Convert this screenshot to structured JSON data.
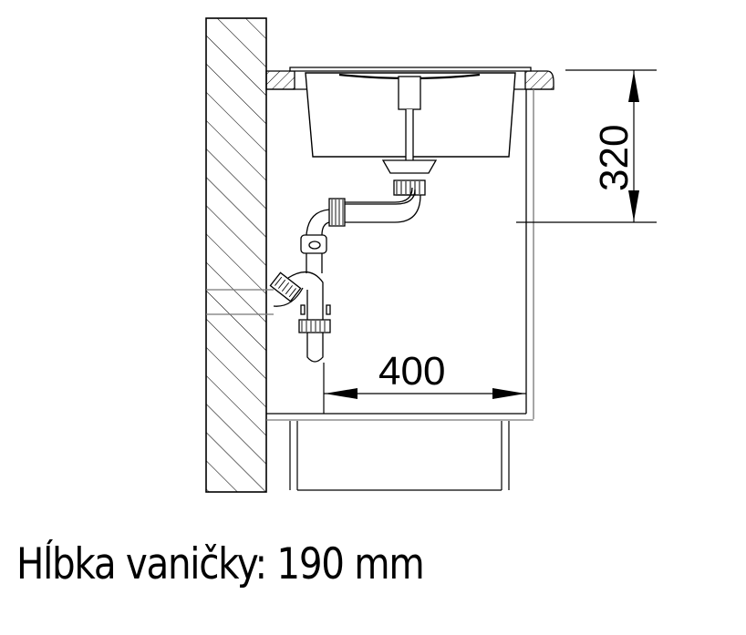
{
  "diagram": {
    "type": "sink installation cross-section",
    "dimensions": {
      "height_label": "320",
      "width_label": "400"
    },
    "components": [
      "wall",
      "countertop",
      "sink basin",
      "drain valve",
      "siphon trap",
      "cabinet",
      "base drawer"
    ]
  },
  "caption": {
    "text": "Hĺbka vaničky: 190 mm"
  },
  "colors": {
    "line": "#000000",
    "secondary_line": "#7a7a7a",
    "background": "#ffffff"
  }
}
